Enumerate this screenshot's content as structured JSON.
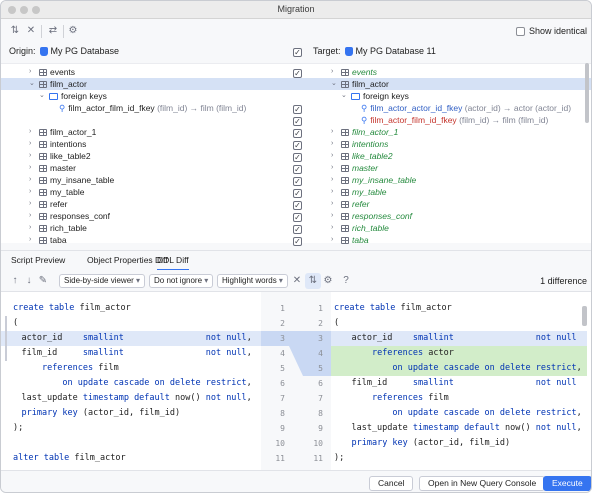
{
  "window": {
    "title": "Migration"
  },
  "toolbar": {
    "show_identical_label": "Show identical"
  },
  "origin": {
    "label": "Origin:",
    "db": "My PG Database"
  },
  "target": {
    "label": "Target:",
    "db": "My PG Database 11"
  },
  "tree": {
    "left": [
      "events",
      "film_actor",
      "foreign keys",
      "film_actor_film_id_fkey",
      "film_actor_1",
      "intentions",
      "like_table2",
      "master",
      "my_insane_table",
      "my_table",
      "refer",
      "responses_conf",
      "rich_table",
      "taba"
    ],
    "left_fk_detail": "(film_id) → film (film_id)",
    "right": [
      "events",
      "film_actor",
      "foreign keys",
      "film_actor_actor_id_fkey",
      "film_actor_film_id_fkey",
      "film_actor_1",
      "intentions",
      "like_table2",
      "master",
      "my_insane_table",
      "my_table",
      "refer",
      "responses_conf",
      "rich_table",
      "taba"
    ],
    "right_fk1_detail": "(actor_id) → actor (actor_id)",
    "right_fk2_detail": "(film_id) → film (film_id)"
  },
  "tabs": [
    "Script Preview",
    "Object Properties Diff",
    "DDL Diff"
  ],
  "diff_toolbar": {
    "viewer": "Side-by-side viewer",
    "ignore": "Do not ignore",
    "highlight": "Highlight words",
    "help": "?",
    "count": "1 difference"
  },
  "left_code": [
    "create table film_actor",
    "(",
    "    actor_id    smallint                not null,",
    "    film_id     smallint                not null,",
    "        references film",
    "            on update cascade on delete restrict,",
    "    last_update timestamp default now() not null,",
    "    primary key (actor_id, film_id)",
    ");",
    "",
    "alter table film_actor"
  ],
  "left_lines": [
    "1",
    "2",
    "3",
    "4",
    "5",
    "6",
    "7",
    "8",
    "9",
    "10",
    "11"
  ],
  "right_lines": [
    "1",
    "2",
    "3",
    "4",
    "5",
    "6",
    "7",
    "8",
    "9",
    "10",
    "11"
  ],
  "right_code": [
    "create table film_actor",
    "(",
    "    actor_id    smallint                not null",
    "        references actor",
    "            on update cascade on delete restrict,",
    "    film_id     smallint                not null",
    "        references film",
    "            on update cascade on delete restrict,",
    "    last_update timestamp default now() not null,",
    "    primary key (actor_id, film_id)",
    ");"
  ],
  "footer": {
    "cancel": "Cancel",
    "open_console": "Open in New Query Console",
    "execute": "Execute"
  },
  "colors": {
    "accent": "#3574f0",
    "added": "#d2edc9",
    "changed": "#dfe8f8",
    "fk_red": "#c4342c"
  }
}
